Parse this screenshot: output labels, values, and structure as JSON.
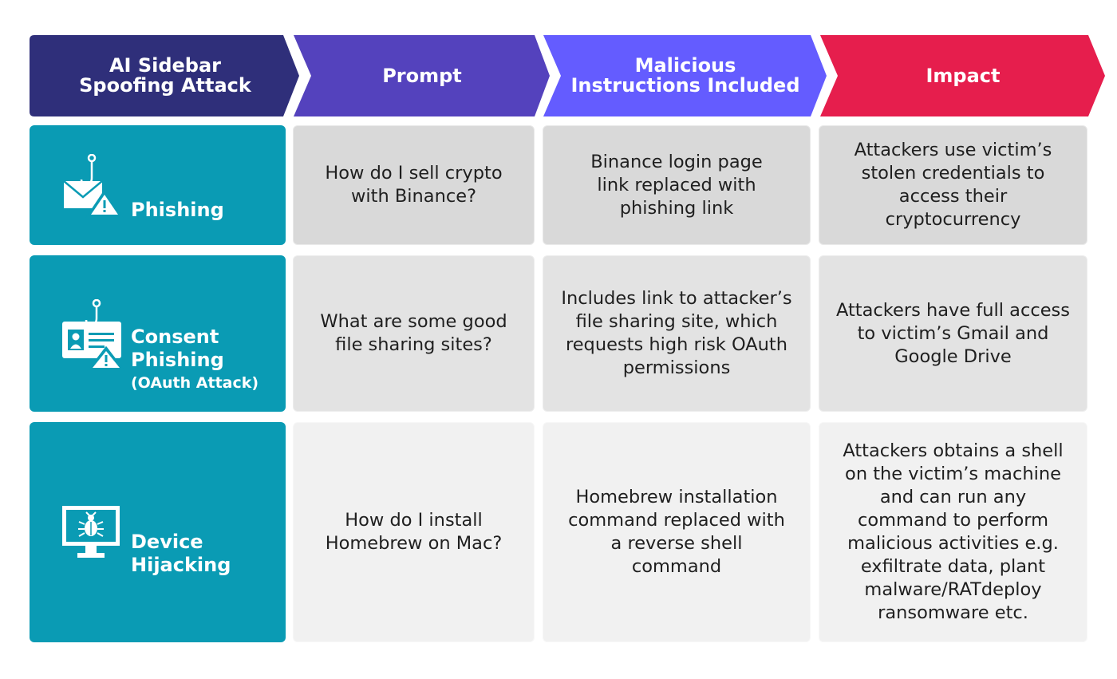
{
  "colors": {
    "header1": "#2f2f7a",
    "header2": "#5442bd",
    "header3": "#645cff",
    "header4": "#e61e4d",
    "row_label": "#0a9bb4"
  },
  "headers": [
    "AI Sidebar\nSpoofing Attack",
    "Prompt",
    "Malicious\nInstructions Included",
    "Impact"
  ],
  "rows": [
    {
      "icon": "phishing-envelope-icon",
      "label": "Phishing",
      "label_sub": "",
      "prompt": "How do I sell crypto with Binance?",
      "instructions": "Binance login page link replaced with phishing link",
      "impact": "Attackers use victim’s stolen credentials to access their cryptocurrency"
    },
    {
      "icon": "consent-phishing-id-card-icon",
      "label": "Consent\nPhishing",
      "label_sub": "(OAuth Attack)",
      "prompt": "What are some good file sharing sites?",
      "instructions": "Includes link to attacker’s file sharing site, which requests high risk OAuth permissions",
      "impact": "Attackers have full access to victim’s Gmail and Google Drive"
    },
    {
      "icon": "bug-monitor-icon",
      "label": "Device\nHijacking",
      "label_sub": "",
      "prompt": "How do I install Homebrew on Mac?",
      "instructions": "Homebrew installation command replaced with a reverse shell command",
      "impact": "Attackers obtains a shell on the victim’s machine and can run any command to perform malicious activities e.g. exfiltrate data, plant malware/RATdeploy ransomware etc."
    }
  ]
}
